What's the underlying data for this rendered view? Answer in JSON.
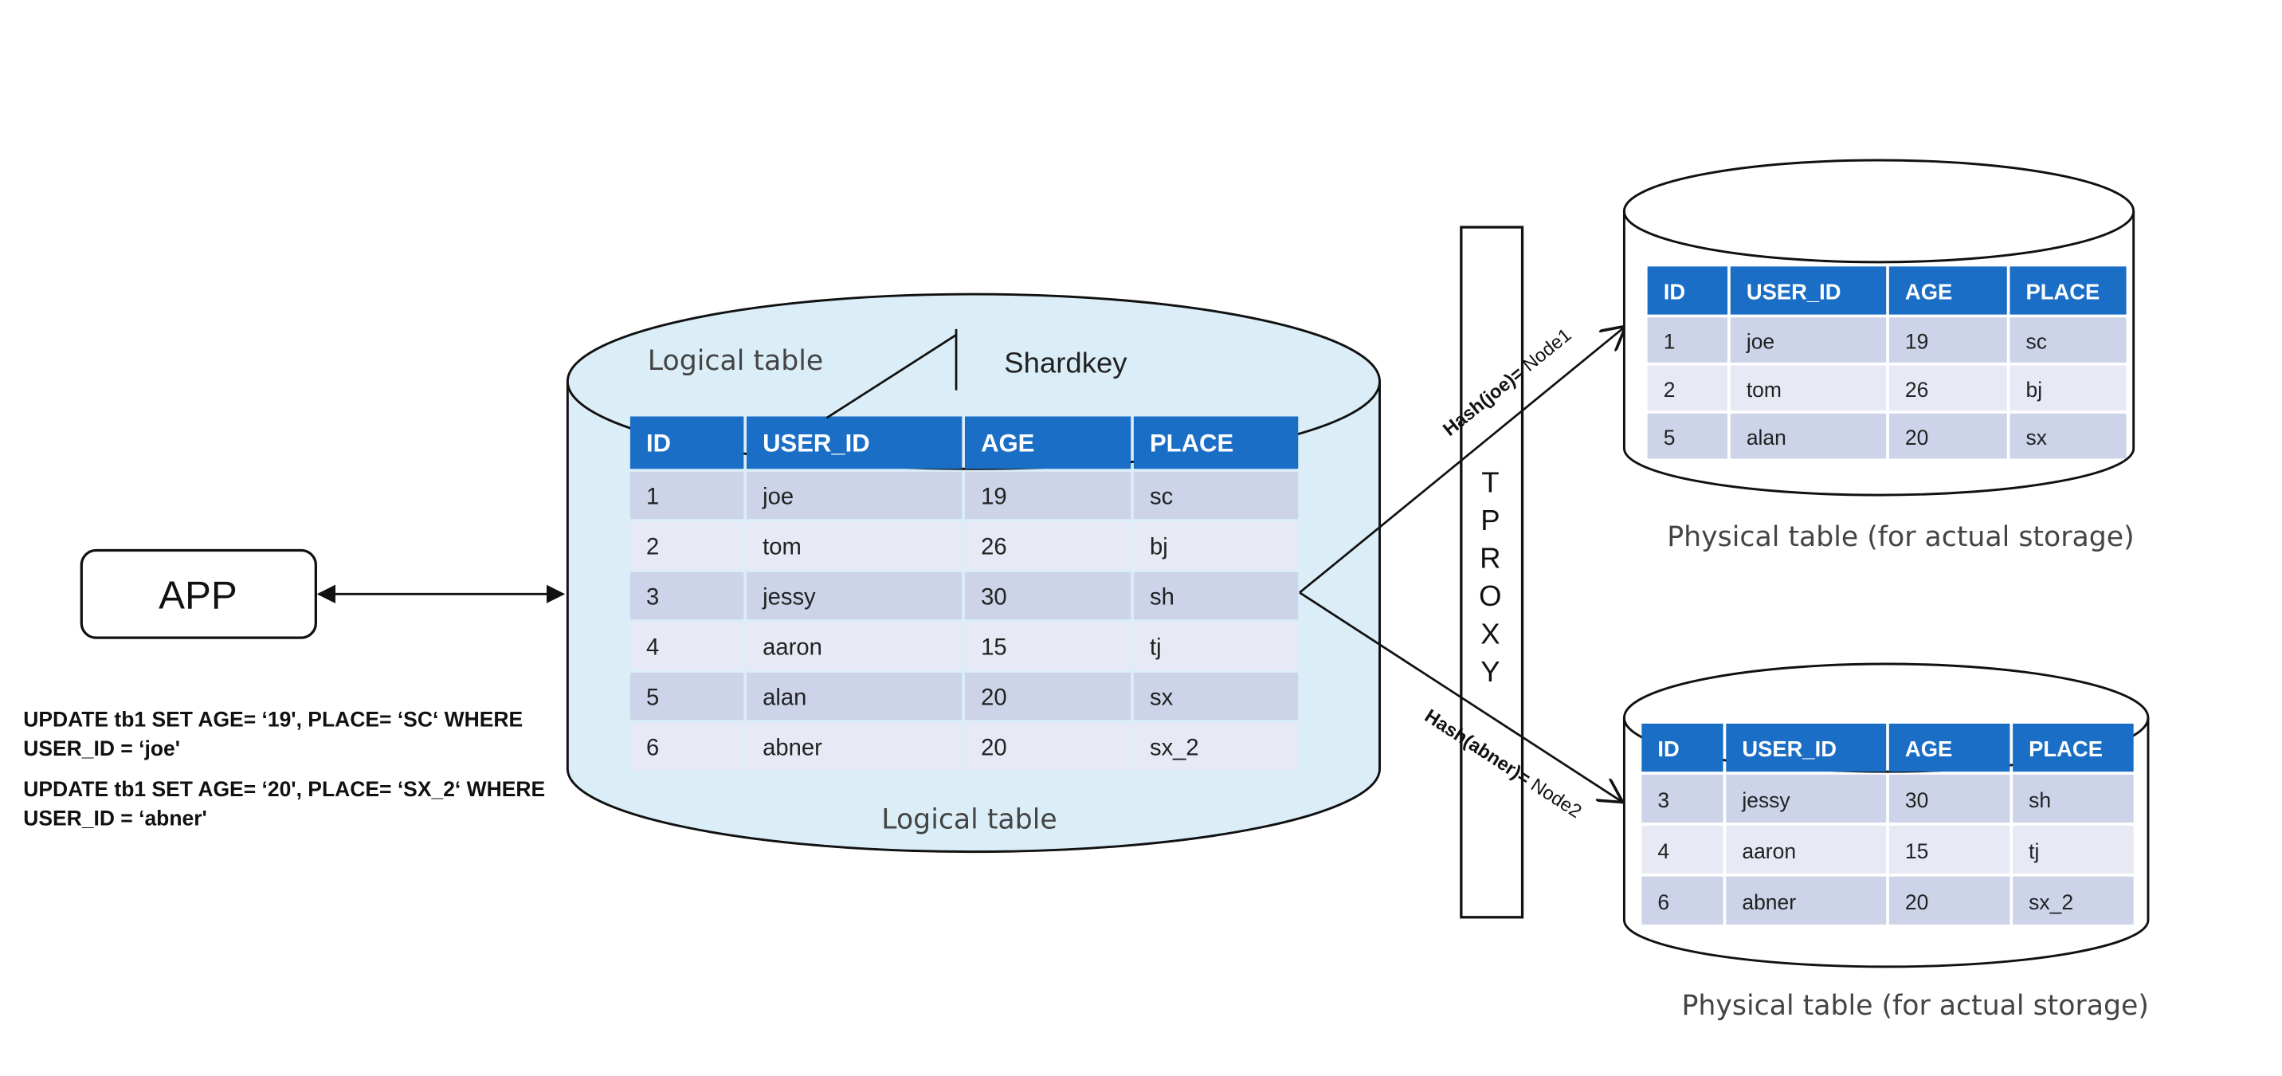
{
  "app_label": "APP",
  "sql_statements": [
    [
      "UPDATE tb1 SET AGE= ‘19', PLACE= ‘SC‘ WHERE",
      "USER_ID = ‘joe'"
    ],
    [
      "UPDATE tb1 SET AGE= ‘20', PLACE= ‘SX_2‘ WHERE",
      "USER_ID = ‘abner'"
    ]
  ],
  "shardkey_label": "Shardkey",
  "logical_table_overlay": "Logical table",
  "logical_table_caption": "Logical table",
  "proxy_label": "TPROXY",
  "route_node1": {
    "bold": "Hash(joe)=",
    "node": " Node1"
  },
  "route_node2": {
    "bold": "Hash(abner)=",
    "node": " Node2"
  },
  "physical_caption_1": "Physical table (for actual storage)",
  "physical_caption_2": "Physical table (for actual storage)",
  "colors": {
    "header": "#1a6ec6",
    "row_dark": "#cdd4e9",
    "row_light": "#e7eaf5",
    "cylinder_fill": "#dbeef8"
  },
  "columns": [
    "ID",
    "USER_ID",
    "AGE",
    "PLACE"
  ],
  "logical_table": [
    [
      "1",
      "joe",
      "19",
      "sc"
    ],
    [
      "2",
      "tom",
      "26",
      "bj"
    ],
    [
      "3",
      "jessy",
      "30",
      "sh"
    ],
    [
      "4",
      "aaron",
      "15",
      "tj"
    ],
    [
      "5",
      "alan",
      "20",
      "sx"
    ],
    [
      "6",
      "abner",
      "20",
      "sx_2"
    ]
  ],
  "physical_table_1": [
    [
      "1",
      "joe",
      "19",
      "sc"
    ],
    [
      "2",
      "tom",
      "26",
      "bj"
    ],
    [
      "5",
      "alan",
      "20",
      "sx"
    ]
  ],
  "physical_table_2": [
    [
      "3",
      "jessy",
      "30",
      "sh"
    ],
    [
      "4",
      "aaron",
      "15",
      "tj"
    ],
    [
      "6",
      "abner",
      "20",
      "sx_2"
    ]
  ]
}
